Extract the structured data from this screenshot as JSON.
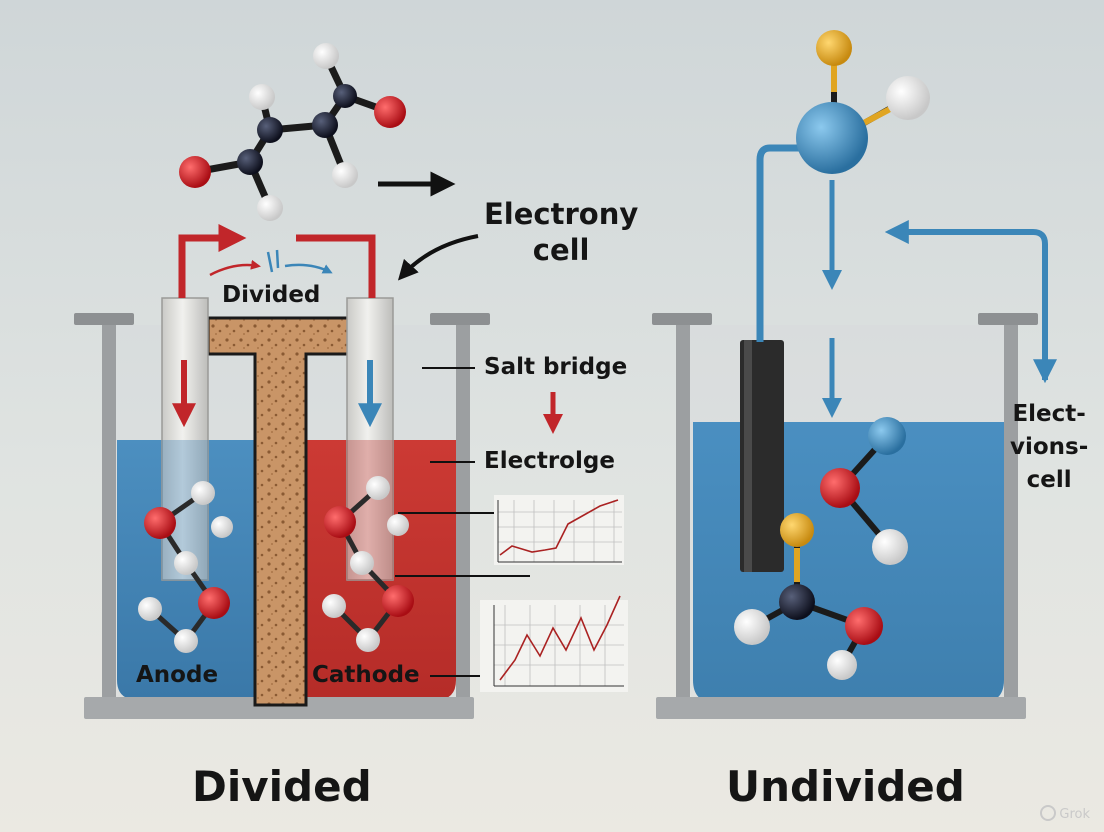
{
  "labels": {
    "electrony_cell": [
      "Electrony",
      "cell"
    ],
    "divided_small": "Divided",
    "salt_bridge": "Salt bridge",
    "electrolge": "Electrolge",
    "anode": "Anode",
    "cathode": "Cathode",
    "divided_title": "Divided",
    "undivided_title": "Undivided",
    "elect_vions_cell": [
      "Elect-",
      "vions-",
      "cell"
    ]
  },
  "watermark": "Grok",
  "colors": {
    "blue_electrolyte": "#3f82b5",
    "red_electrolyte": "#c0332f",
    "salt_bridge": "#c99567",
    "red_arrow": "#c1262a",
    "blue_arrow": "#3b86b8",
    "atom_red": "#c0141b",
    "atom_black": "#15182b",
    "atom_white": "#f2f2f2",
    "atom_gold": "#e0a522",
    "atom_blue": "#3d8fc4"
  }
}
